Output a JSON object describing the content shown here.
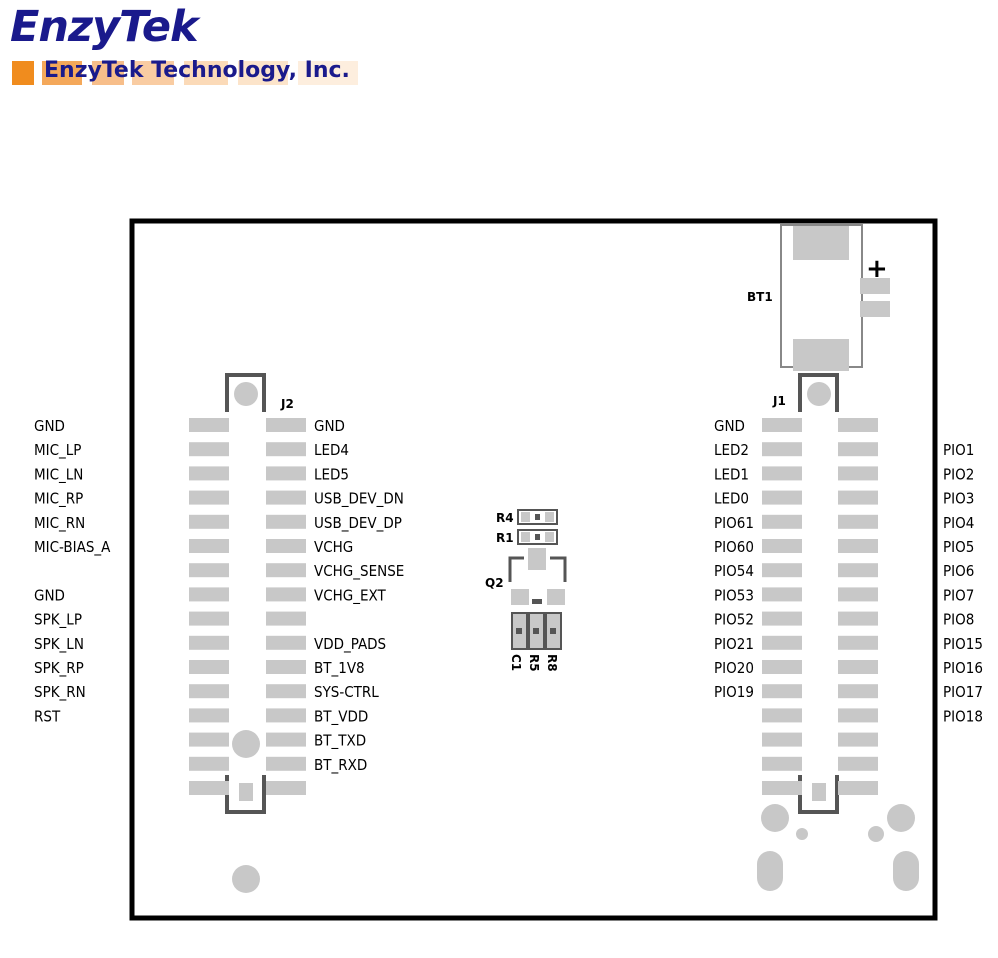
{
  "logo": {
    "name": "EnzyTek",
    "company": "EnzyTek Technology, Inc."
  },
  "colors": {
    "logo_text": "#1a1a8c",
    "logo_accent": "#f08c1e",
    "board_outline": "#000000",
    "pad": "#c8c8c8",
    "connector": "#555555"
  },
  "board": {
    "designators": {
      "bt1": "BT1",
      "plus": "+",
      "j1": "J1",
      "j2": "J2",
      "r4": "R4",
      "r1": "R1",
      "q2": "Q2",
      "c1": "C1",
      "r5": "R5",
      "r8": "R8"
    },
    "j2_left_labels": [
      "GND",
      "MIC_LP",
      "MIC_LN",
      "MIC_RP",
      "MIC_RN",
      "MIC-BIAS_A",
      "",
      "GND",
      "SPK_LP",
      "SPK_LN",
      "SPK_RP",
      "SPK_RN",
      "RST",
      "",
      "",
      ""
    ],
    "j2_right_labels": [
      "GND",
      "LED4",
      "LED5",
      "USB_DEV_DN",
      "USB_DEV_DP",
      "VCHG",
      "VCHG_SENSE",
      "VCHG_EXT",
      "",
      "VDD_PADS",
      "BT_1V8",
      "SYS-CTRL",
      "BT_VDD",
      "BT_TXD",
      "BT_RXD",
      ""
    ],
    "j1_left_labels": [
      "GND",
      "LED2",
      "LED1",
      "LED0",
      "PIO61",
      "PIO60",
      "PIO54",
      "PIO53",
      "PIO52",
      "PIO21",
      "PIO20",
      "PIO19",
      "",
      "",
      "",
      ""
    ],
    "j1_right_labels": [
      "",
      "PIO1",
      "PIO2",
      "PIO3",
      "PIO4",
      "PIO5",
      "PIO6",
      "PIO7",
      "PIO8",
      "PIO15",
      "PIO16",
      "PIO17",
      "PIO18",
      "",
      "",
      ""
    ]
  }
}
